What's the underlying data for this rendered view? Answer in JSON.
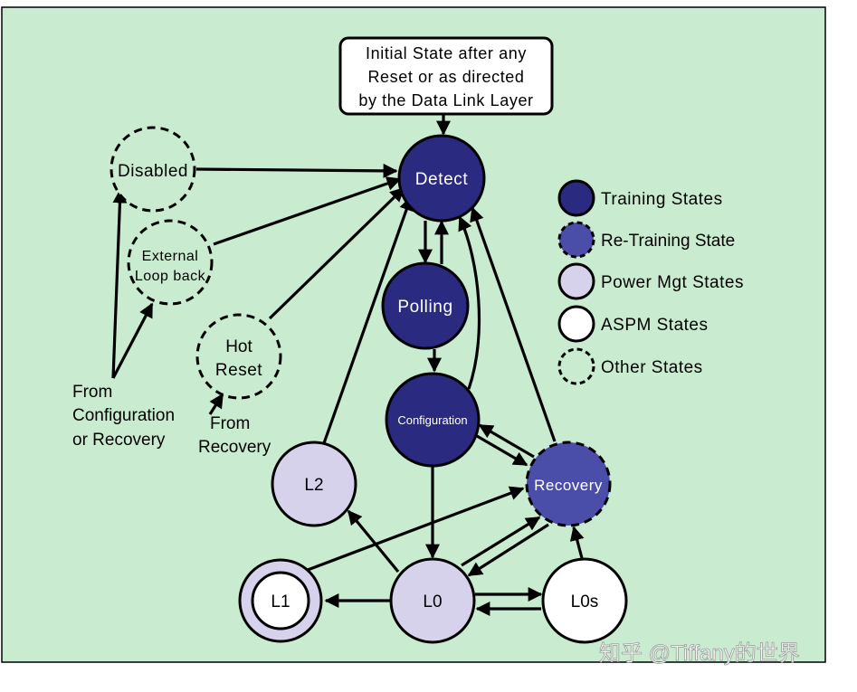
{
  "diagram": {
    "init_box_lines": [
      "Initial State after any",
      "Reset or as directed",
      "by the Data Link Layer"
    ],
    "states": {
      "detect": "Detect",
      "polling": "Polling",
      "configuration": "Configuration",
      "recovery": "Recovery",
      "l0": "L0",
      "l0s": "L0s",
      "l1": "L1",
      "l2": "L2",
      "disabled": "Disabled",
      "external_loopback_lines": [
        "External",
        "Loop back"
      ],
      "hot_reset_lines": [
        "Hot",
        "Reset"
      ]
    },
    "side_labels": {
      "from_config_lines": [
        "From",
        "Configuration",
        "or Recovery"
      ],
      "from_recovery_lines": [
        "From",
        "Recovery"
      ]
    },
    "legend": [
      {
        "label": "Training States",
        "style": "training"
      },
      {
        "label": "Re-Training State",
        "style": "retraining"
      },
      {
        "label": "Power Mgt States",
        "style": "power"
      },
      {
        "label": "ASPM States",
        "style": "aspm"
      },
      {
        "label": "Other States",
        "style": "other"
      }
    ],
    "watermark": "知乎 @Tiffany的世界",
    "colors": {
      "background": "#c9ecd0",
      "training": "#2a2a80",
      "retraining": "#4a4ea8",
      "power": "#d6d2ec",
      "aspm": "#ffffff",
      "line": "#000000"
    }
  }
}
